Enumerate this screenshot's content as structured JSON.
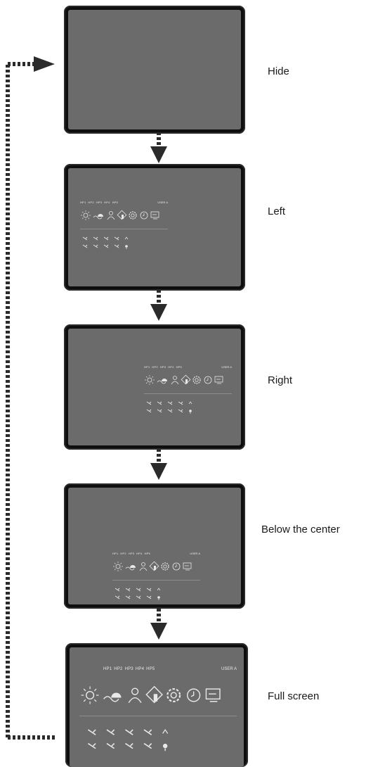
{
  "captions": [
    "Hide",
    "Left",
    "Right",
    "Below the center",
    "Full screen"
  ],
  "osd": {
    "tags": [
      "HP1",
      "HP2",
      "HP3",
      "HP4",
      "HP5"
    ],
    "user": "USER A",
    "icons": [
      "brightness-icon",
      "picture-mode-icon",
      "user-icon",
      "touch-icon",
      "settings-icon",
      "clock-icon",
      "input-icon"
    ],
    "shortcuts": [
      "shortcut-1",
      "shortcut-2",
      "shortcut-3",
      "shortcut-4",
      "shortcut-5",
      "shortcut-6",
      "shortcut-7",
      "shortcut-8",
      "shortcut-9",
      "shortcut-10"
    ]
  },
  "colors": {
    "bezel": "#0e0e0e",
    "screen": "#6b6b6b",
    "osd_text": "#e8e8e8",
    "arrow": "#2b2b2b"
  }
}
